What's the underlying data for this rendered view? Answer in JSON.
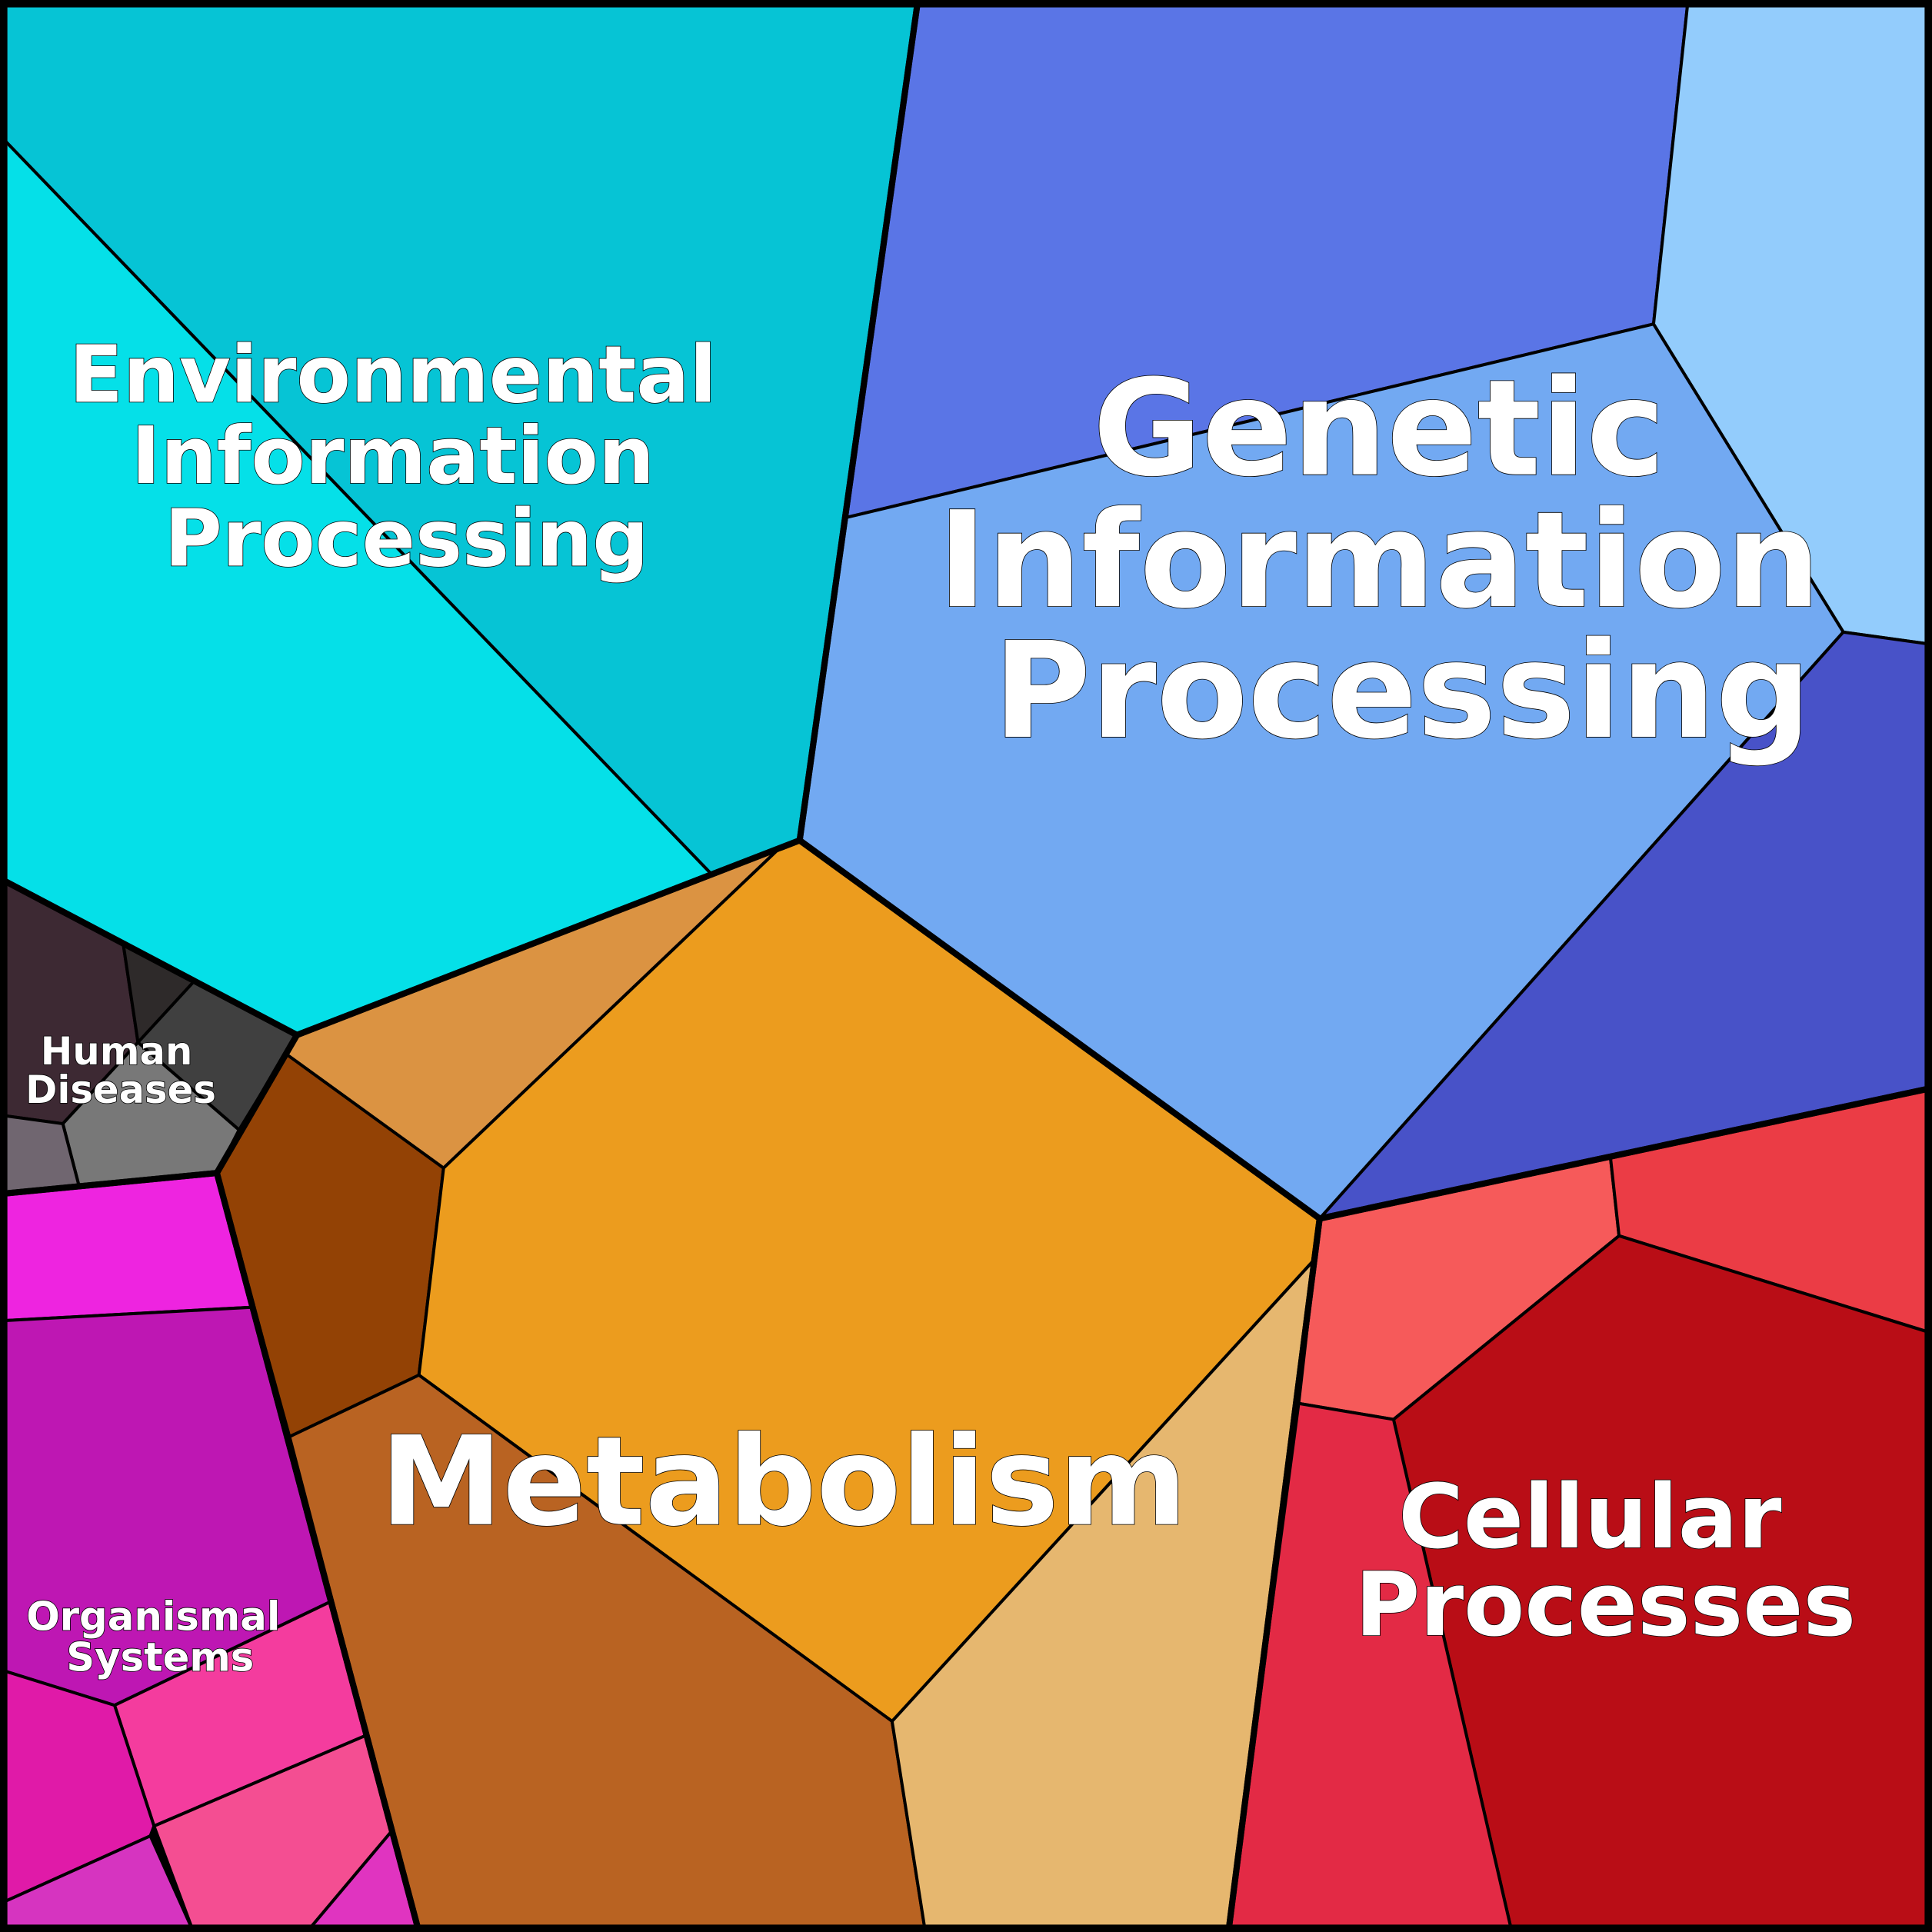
{
  "diagram": {
    "type": "voronoi-treemap",
    "groups": [
      {
        "id": "environmental",
        "label_lines": [
          "Environmental",
          "Information",
          "Processing"
        ],
        "color": "#06C4D5"
      },
      {
        "id": "genetic",
        "label_lines": [
          "Genetic",
          "Information",
          "Processing"
        ],
        "color": "#72A9F2"
      },
      {
        "id": "metabolism",
        "label_lines": [
          "Metabolism"
        ],
        "color": "#EC9C1E"
      },
      {
        "id": "cellular",
        "label_lines": [
          "Cellular",
          "Processes"
        ],
        "color": "#B90D16"
      },
      {
        "id": "human",
        "label_lines": [
          "Human",
          "Diseases"
        ],
        "color": "#404040"
      },
      {
        "id": "organismal",
        "label_lines": [
          "Organismal",
          "Systems"
        ],
        "color": "#BE17B3"
      }
    ]
  }
}
